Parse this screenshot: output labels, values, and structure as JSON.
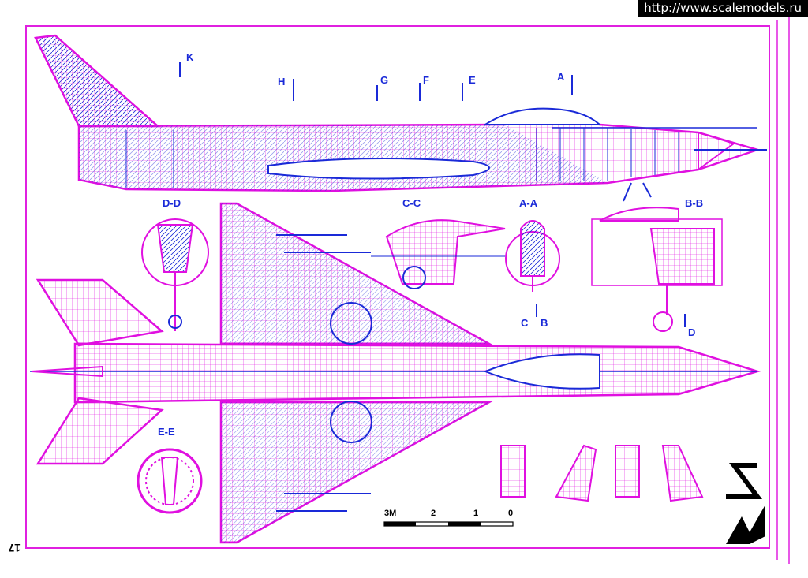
{
  "watermark": {
    "url": "http://www.scalemodels.ru"
  },
  "sections": {
    "k": "K",
    "h": "H",
    "g": "G",
    "f": "F",
    "e": "E",
    "a": "A",
    "dd": "D-D",
    "cc": "C-C",
    "aa": "A-A",
    "bb": "B-B",
    "ee": "E-E",
    "b_mark": "B",
    "c_mark": "C",
    "d_mark": "D"
  },
  "scale_bar": {
    "ticks": [
      "0",
      "1",
      "2",
      "3M"
    ]
  },
  "page_number": "17",
  "logo": {
    "text": "WZ"
  },
  "colors": {
    "outline": "#e010e0",
    "detail": "#1a2ad8",
    "paper": "#ffffff",
    "frame": "#e020e0"
  }
}
